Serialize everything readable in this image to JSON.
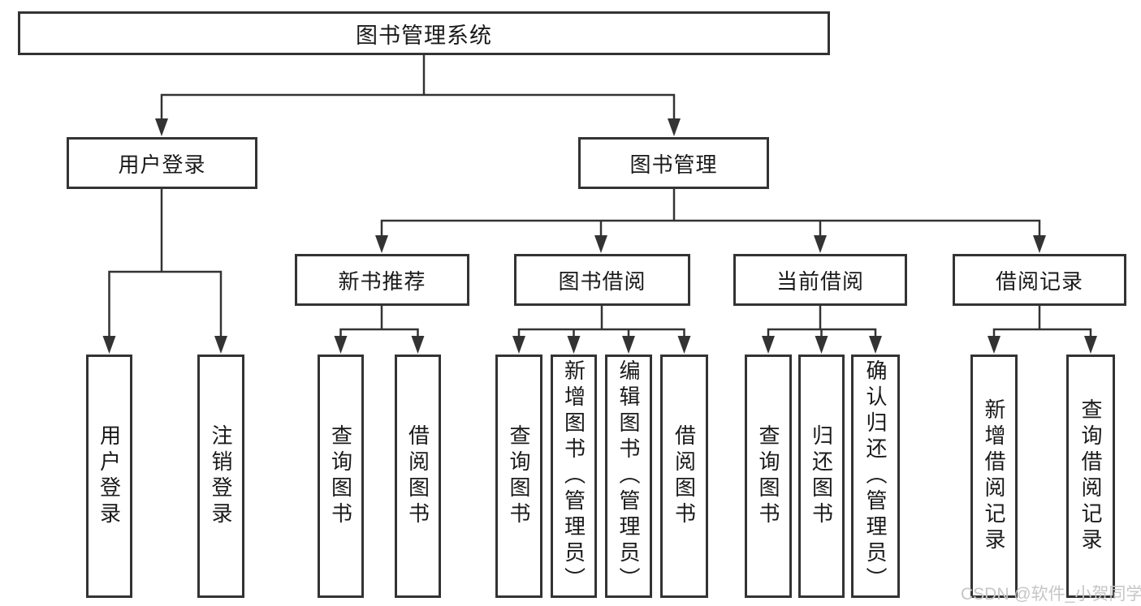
{
  "diagram": {
    "title": "图书管理系统",
    "branches": [
      {
        "label": "用户登录",
        "children": [
          {
            "label": "用户登录"
          },
          {
            "label": "注销登录"
          }
        ]
      },
      {
        "label": "图书管理",
        "children": [
          {
            "label": "新书推荐",
            "children": [
              {
                "label": "查询图书"
              },
              {
                "label": "借阅图书"
              }
            ]
          },
          {
            "label": "图书借阅",
            "children": [
              {
                "label": "查询图书"
              },
              {
                "label": "新增图书（管理员）"
              },
              {
                "label": "编辑图书（管理员）"
              },
              {
                "label": "借阅图书"
              }
            ]
          },
          {
            "label": "当前借阅",
            "children": [
              {
                "label": "查询图书"
              },
              {
                "label": "归还图书"
              },
              {
                "label": "确认归还（管理员）"
              }
            ]
          },
          {
            "label": "借阅记录",
            "children": [
              {
                "label": "新增借阅记录"
              },
              {
                "label": "查询借阅记录"
              }
            ]
          }
        ]
      }
    ]
  },
  "watermark": {
    "text": "CSDN @软件_小贺同学"
  },
  "colors": {
    "line": "#333333",
    "border": "#333333",
    "text": "#1a1a1a",
    "background": "#ffffff",
    "watermark": "#c6c6c6"
  }
}
